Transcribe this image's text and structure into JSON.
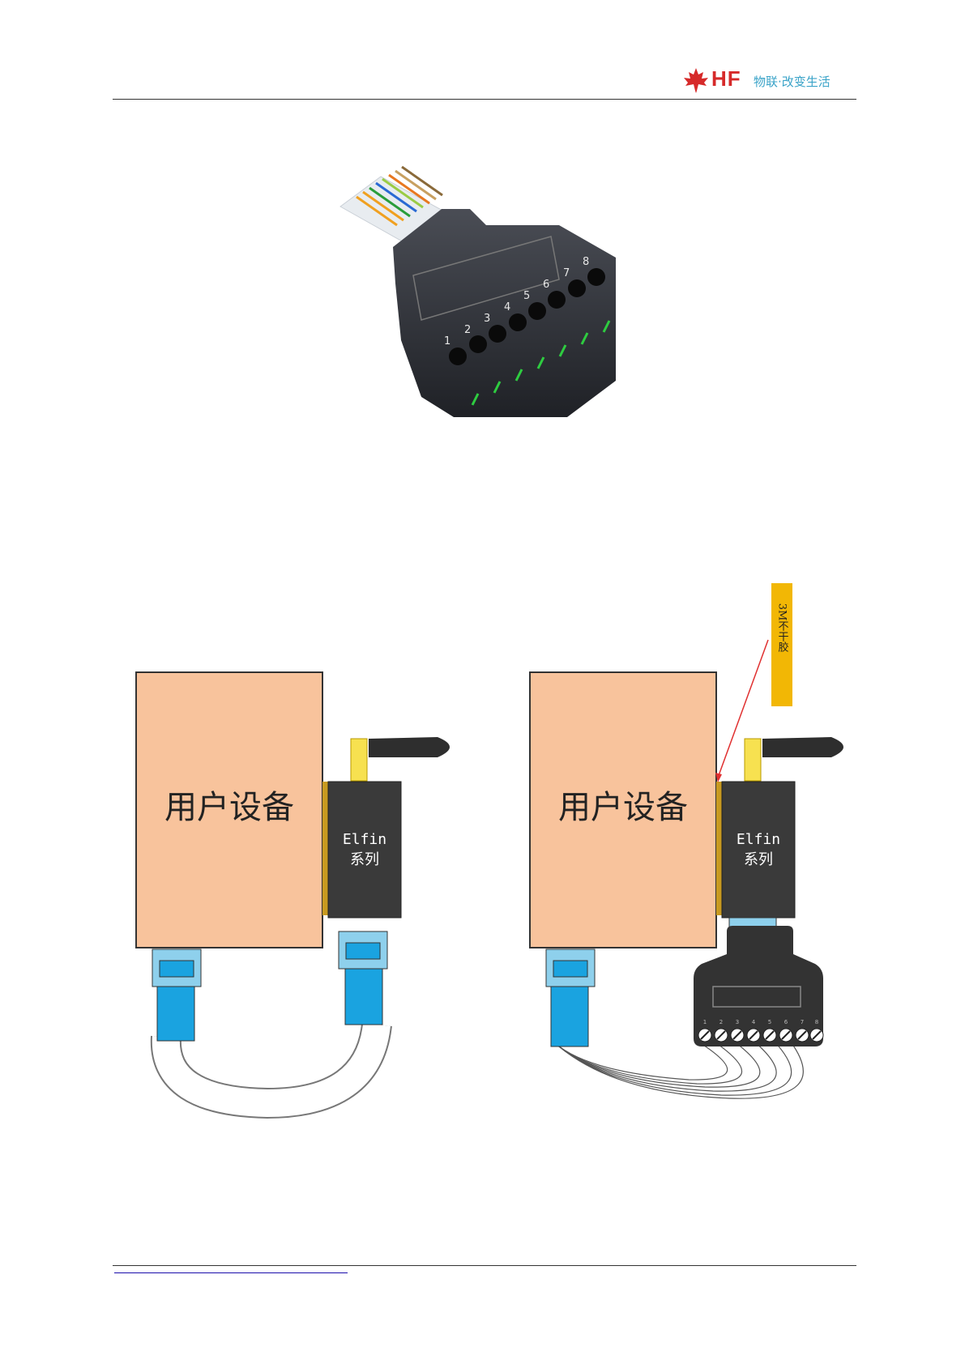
{
  "header": {
    "brand": "HF",
    "slogan": "物联·改变生活"
  },
  "figure2": {
    "left": {
      "device_label": "用户设备",
      "module_line1": "Elfin",
      "module_line2": "系列"
    },
    "right": {
      "device_label": "用户设备",
      "module_line1": "Elfin",
      "module_line2": "系列",
      "tape_text": "3M不干胶"
    }
  },
  "figure1": {
    "pin_numbers": [
      "1",
      "2",
      "3",
      "4",
      "5",
      "6",
      "7",
      "8"
    ]
  },
  "colors": {
    "device_fill": "#f8c39c",
    "module_fill": "#3a3a3a",
    "cable_blue": "#1aa3e0",
    "tape_yellow": "#f2b705",
    "brand_red": "#d62a2a",
    "slogan_blue": "#3aa3c8"
  }
}
